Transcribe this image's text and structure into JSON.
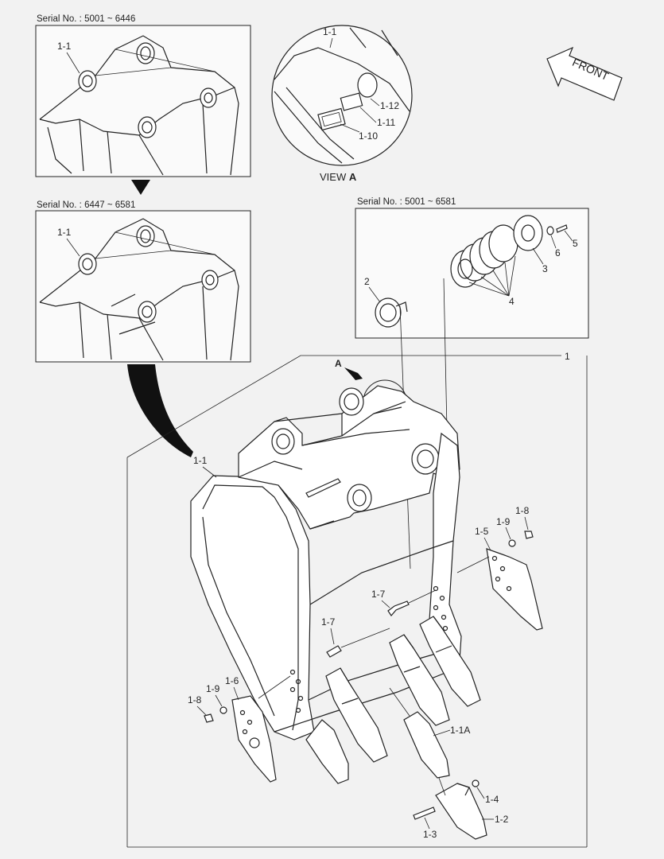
{
  "serials": {
    "top_left": "Serial No. : 5001 ~ 6446",
    "mid_left": "Serial No. : 6447 ~ 6581",
    "right_box": "Serial No. : 5001 ~ 6581"
  },
  "view": {
    "label": "VIEW",
    "letter": "A"
  },
  "arrow": {
    "letter": "A"
  },
  "front": "FRONT",
  "callouts": {
    "c1_1_top": "1-1",
    "c1_1_mid": "1-1",
    "c1_1_main": "1-1",
    "c1_1_view": "1-1",
    "c1_12": "1-12",
    "c1_11": "1-11",
    "c1_10": "1-10",
    "c2": "2",
    "c3": "3",
    "c4": "4",
    "c5": "5",
    "c6": "6",
    "c1": "1",
    "c1_8_right": "1-8",
    "c1_9_right": "1-9",
    "c1_5": "1-5",
    "c1_7_upper": "1-7",
    "c1_7_lower": "1-7",
    "c1_6": "1-6",
    "c1_9_left": "1-9",
    "c1_8_left": "1-8",
    "c1_1A": "1-1A",
    "c1_4": "1-4",
    "c1_2": "1-2",
    "c1_3": "1-3"
  }
}
